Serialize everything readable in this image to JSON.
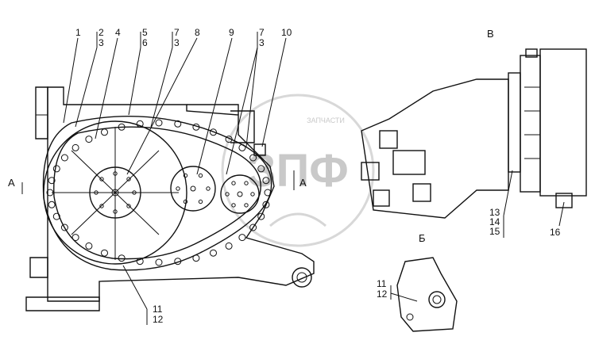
{
  "callouts": {
    "c1": "1",
    "c2": "2",
    "c3": "3",
    "c4": "4",
    "c5": "5",
    "c6": "6",
    "c7": "7",
    "c3b": "3",
    "c8": "8",
    "c9": "9",
    "c7b": "7",
    "c3c": "3",
    "c10": "10",
    "c11": "11",
    "c12": "12",
    "c13": "13",
    "c14": "14",
    "c15": "15",
    "c16": "16",
    "c11b": "11",
    "c12b": "12"
  },
  "views": {
    "section_left": "А",
    "section_right": "А",
    "view_b": "Б",
    "view_v": "В"
  },
  "watermark": {
    "logo_text": "ЗПФ",
    "caption": "ЗАПЧАСТИ"
  }
}
